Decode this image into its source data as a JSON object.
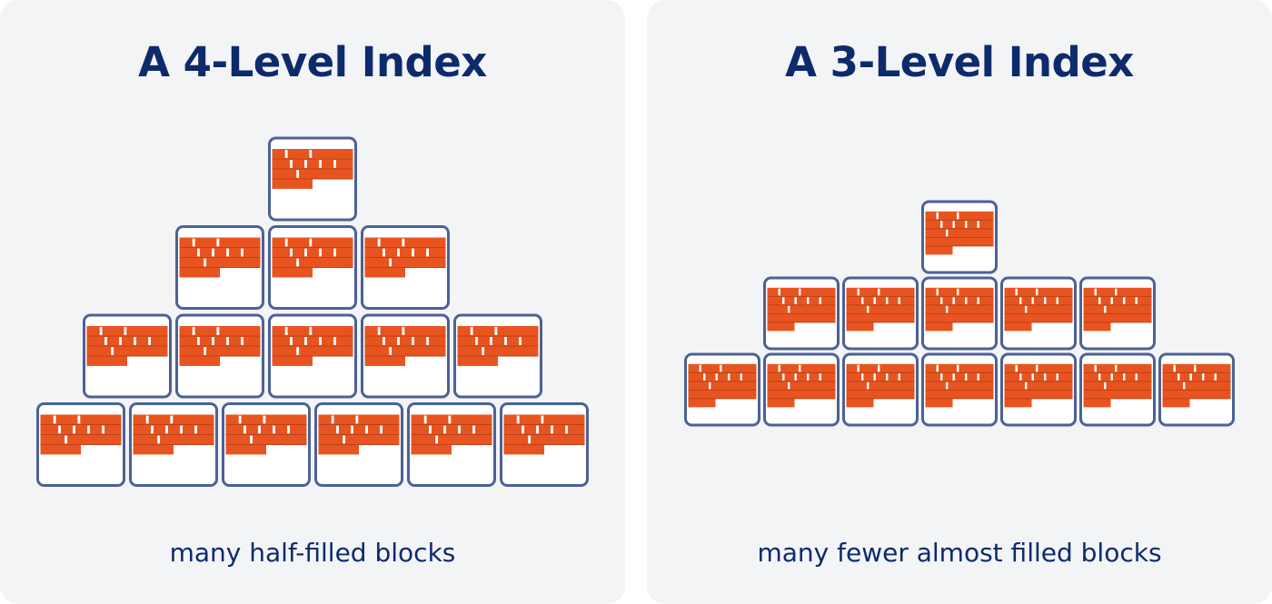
{
  "left": {
    "title": "A 4-Level Index",
    "caption": "many half-filled blocks",
    "levels": [
      1,
      3,
      5,
      6
    ],
    "fill_rows": 3.5
  },
  "right": {
    "title": "A 3-Level Index",
    "caption": "many fewer almost filled blocks",
    "levels": [
      1,
      5,
      7
    ],
    "fill_rows": 4.4
  },
  "colors": {
    "panel_bg": "#f3f4f6",
    "block_border": "#4d6196",
    "fill": "#e8541f",
    "text": "#0d2a6b"
  }
}
